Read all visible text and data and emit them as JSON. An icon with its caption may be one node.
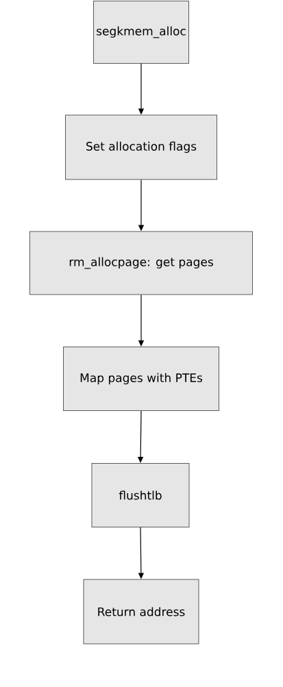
{
  "diagram": {
    "nodes": [
      {
        "text": [
          "segkmem_alloc"
        ]
      },
      {
        "text": [
          "Set allocation flags"
        ]
      },
      {
        "text": [
          "rm_allocpage: get pages"
        ]
      },
      {
        "text": [
          "Map pages with PTEs"
        ]
      },
      {
        "text": [
          "flushtlb"
        ]
      },
      {
        "text": [
          "Return address"
        ]
      }
    ],
    "edges": [
      {
        "from": 0,
        "to": 1,
        "arrow": "to"
      },
      {
        "from": 1,
        "to": 2,
        "arrow": "to"
      },
      {
        "from": 2,
        "to": 3,
        "arrow": "to"
      },
      {
        "from": 3,
        "to": 4,
        "arrow": "to"
      },
      {
        "from": 4,
        "to": 5,
        "arrow": "to"
      }
    ]
  }
}
